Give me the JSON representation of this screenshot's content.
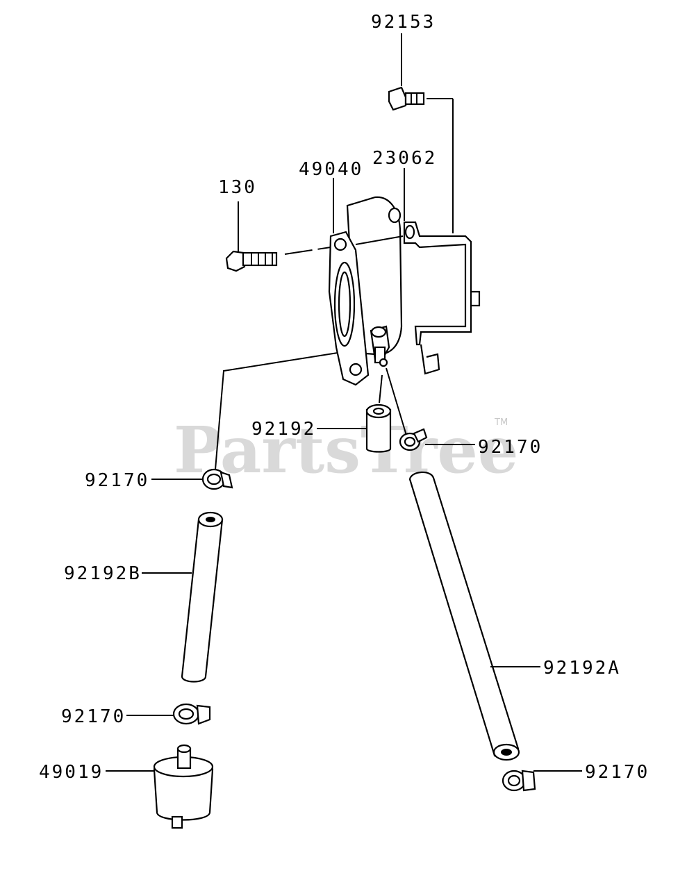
{
  "watermark": {
    "text": "PartsTree",
    "tm": "TM"
  },
  "labels": {
    "p92153": "92153",
    "p23062": "23062",
    "p49040": "49040",
    "p130": "130",
    "p92192": "92192",
    "p92170_mid": "92170",
    "p92170_left": "92170",
    "p92192B": "92192B",
    "p92170_lower": "92170",
    "p49019": "49019",
    "p92192A": "92192A",
    "p92170_right": "92170"
  }
}
